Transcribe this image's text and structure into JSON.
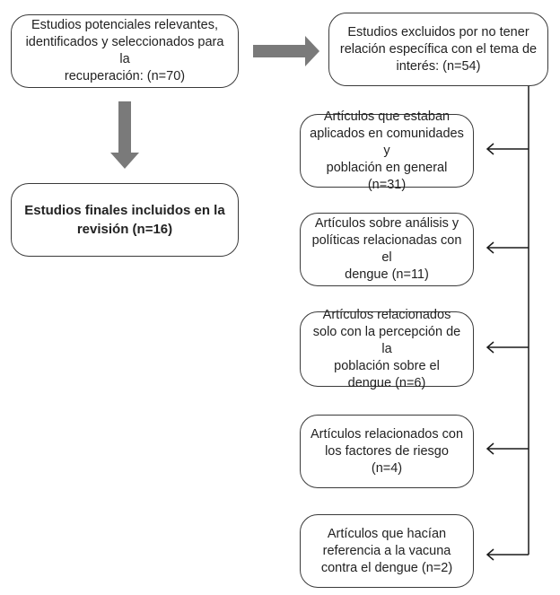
{
  "diagram": {
    "identified": {
      "lines": [
        "Estudios potenciales relevantes,",
        "identificados y seleccionados para la",
        "recuperación: (n=70)"
      ]
    },
    "final": {
      "lines": [
        "Estudios finales incluidos en la",
        "revisión (n=16)"
      ]
    },
    "excluded": {
      "lines": [
        "Estudios excluidos por no tener",
        "relación específica con el tema de",
        "interés: (n=54)"
      ]
    },
    "categories": [
      {
        "lines": [
          "Artículos que estaban",
          "aplicados en comunidades y",
          "población en general (n=31)"
        ]
      },
      {
        "lines": [
          "Artículos sobre análisis y",
          "políticas relacionadas con el",
          "dengue (n=11)"
        ]
      },
      {
        "lines": [
          "Artículos relacionados",
          "solo con la percepción de la",
          "población sobre el",
          "dengue (n=6)"
        ]
      },
      {
        "lines": [
          "Artículos relacionados con",
          "los factores de riesgo",
          "(n=4)"
        ]
      },
      {
        "lines": [
          "Artículos que hacían",
          "referencia a la vacuna",
          "contra el dengue (n=2)"
        ]
      }
    ],
    "colors": {
      "block_arrow": "#7a7a7a",
      "line": "#1a1a1a",
      "border": "#3a3a3a"
    }
  }
}
